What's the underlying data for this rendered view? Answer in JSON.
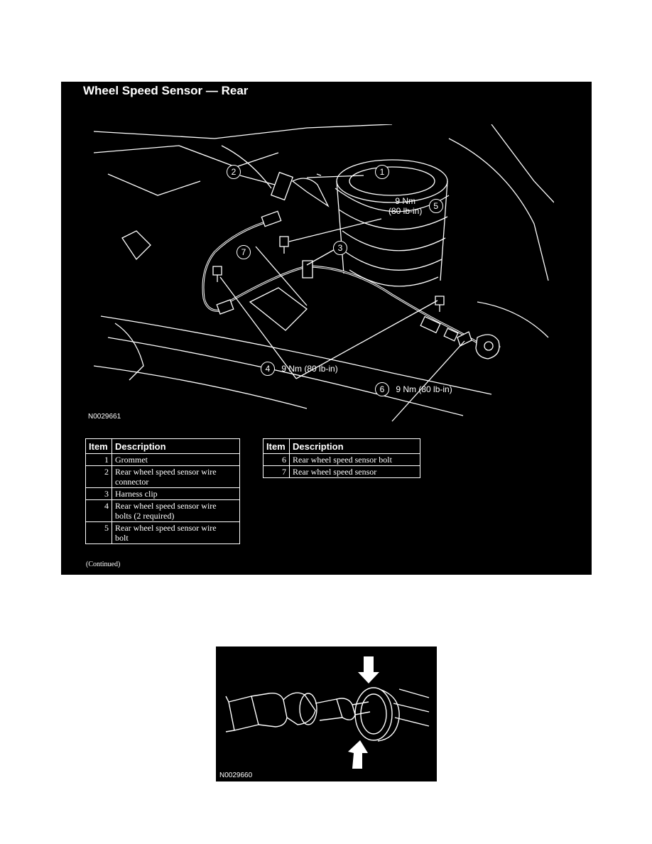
{
  "figure1": {
    "title": "Wheel Speed Sensor — Rear",
    "figure_id": "N0029661",
    "callouts": [
      {
        "num": "1",
        "text": ""
      },
      {
        "num": "2",
        "text": ""
      },
      {
        "num": "3",
        "text": ""
      },
      {
        "num": "4",
        "text": "9 Nm (80 lb-in)"
      },
      {
        "num": "5",
        "text_line1": "9 Nm",
        "text_line2": "(80 lb-in)"
      },
      {
        "num": "6",
        "text": "9 Nm (80 lb-in)"
      },
      {
        "num": "7",
        "text": ""
      }
    ],
    "table_left": {
      "headers": [
        "Item",
        "Description"
      ],
      "rows": [
        {
          "item": "1",
          "line1": "Grommet",
          "line2": ""
        },
        {
          "item": "2",
          "line1": "Rear wheel speed sensor wire",
          "line2": "connector"
        },
        {
          "item": "3",
          "line1": "Harness clip",
          "line2": ""
        },
        {
          "item": "4",
          "line1": "Rear wheel speed sensor wire",
          "line2": "bolts (2 required)"
        },
        {
          "item": "5",
          "line1": "Rear wheel speed sensor wire",
          "line2": "bolt"
        }
      ]
    },
    "table_right": {
      "headers": [
        "Item",
        "Description"
      ],
      "rows": [
        {
          "item": "6",
          "line1": "Rear wheel speed sensor bolt"
        },
        {
          "item": "7",
          "line1": "Rear wheel speed sensor"
        }
      ]
    },
    "continued": "(Continued)"
  },
  "figure2": {
    "figure_id": "N0029660"
  },
  "colors": {
    "background": "#000000",
    "line": "#ffffff",
    "page": "#ffffff"
  }
}
